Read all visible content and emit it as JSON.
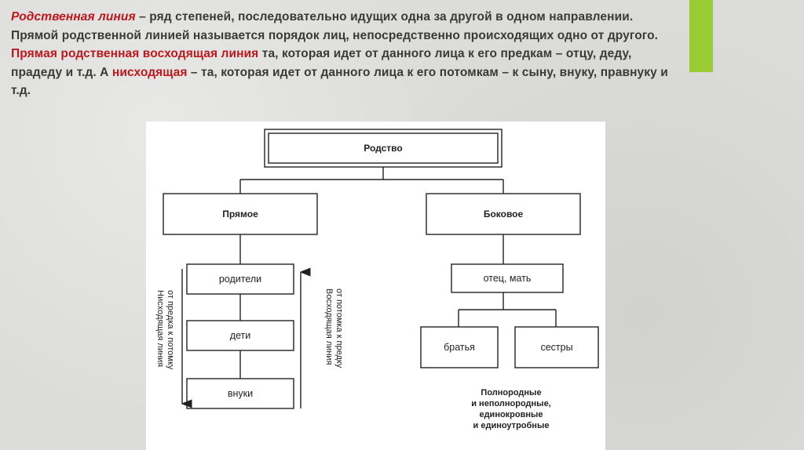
{
  "colors": {
    "highlight": "#c0171c",
    "body_text": "#3a3a3a",
    "accent_bar": "#99cc33",
    "diagram_line": "#222222"
  },
  "text": {
    "term": "Родственная линия",
    "definition_rest": " – ряд степеней, последовательно идущих одна за другой в одном направлении.",
    "direct_line_intro": "Прямой родственной линией называется порядок  лиц, непосредственно происходящих одно от другого. ",
    "ascending_term": "Прямая родственная восходящая линия",
    "ascending_rest": " та, которая идет от данного лица к его предкам – отцу, деду, прадеду и т.д. А ",
    "descending_term": "нисходящая",
    "descending_rest": " – та, которая идет от данного лица к его потомкам – к сыну, внуку, правнуку и т.д."
  },
  "diagram": {
    "root": "Родство",
    "direct": "Прямое",
    "lateral": "Боковое",
    "direct_children": [
      "родители",
      "дети",
      "внуки"
    ],
    "lateral_parent": "отец, мать",
    "siblings": [
      "братья",
      "сестры"
    ],
    "descending_label": [
      "Нисходящая линия",
      "от предка к потомку"
    ],
    "ascending_label": [
      "Восходящая линия",
      "от потомка к предку"
    ],
    "sibling_note": [
      "Полнородные",
      "и неполнородные,",
      "единокровные",
      "и единоутробные"
    ]
  }
}
